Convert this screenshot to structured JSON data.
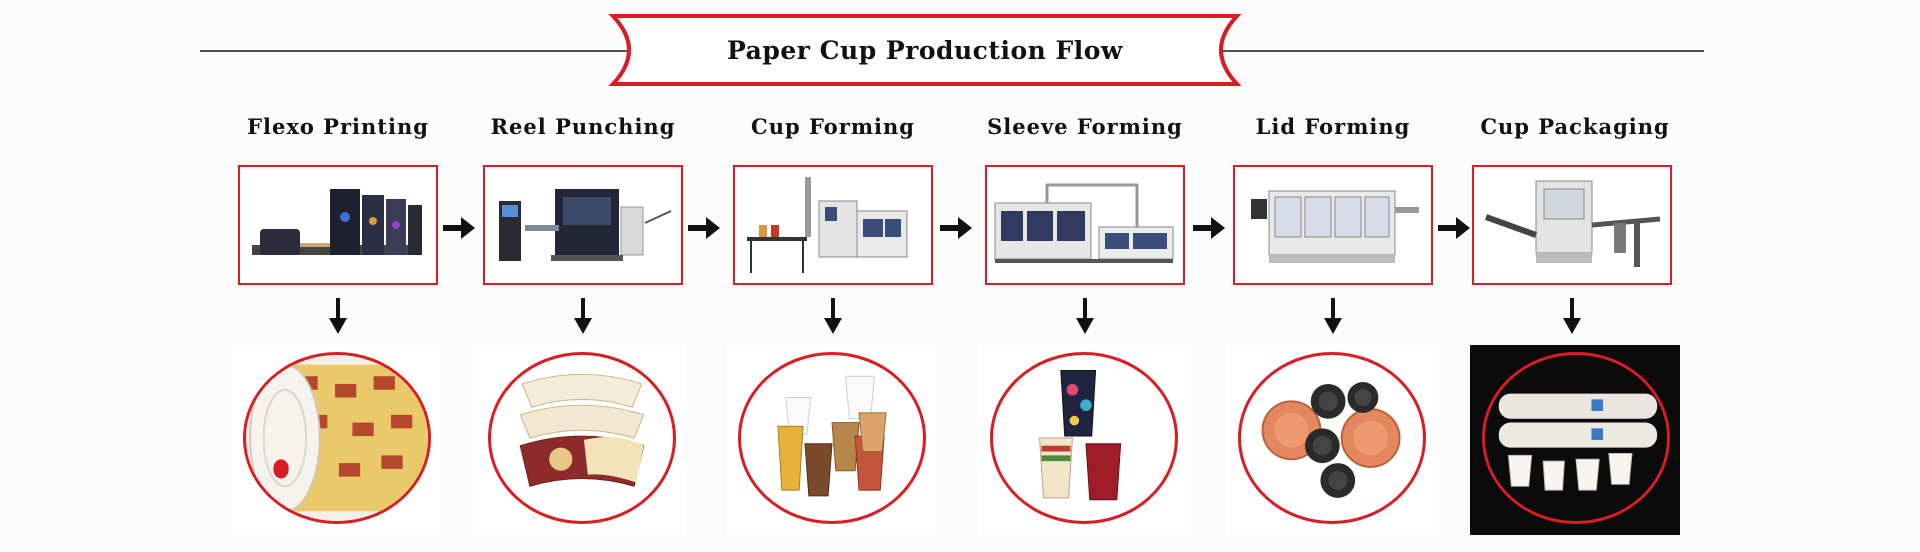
{
  "title": "Paper Cup Production Flow",
  "steps": [
    {
      "label": "Flexo Printing",
      "machine": "flexo-printing-machine",
      "product": "printed-paper-roll"
    },
    {
      "label": "Reel Punching",
      "machine": "reel-punching-machine",
      "product": "punched-cup-fans"
    },
    {
      "label": "Cup Forming",
      "machine": "cup-forming-machine",
      "product": "paper-cups"
    },
    {
      "label": "Sleeve Forming",
      "machine": "sleeve-forming-machine",
      "product": "sleeved-cups"
    },
    {
      "label": "Lid Forming",
      "machine": "lid-forming-machine",
      "product": "cup-lids"
    },
    {
      "label": "Cup Packaging",
      "machine": "cup-packaging-machine",
      "product": "packaged-cups"
    }
  ],
  "colors": {
    "frame": "#d81e24",
    "arrow": "#111111"
  }
}
